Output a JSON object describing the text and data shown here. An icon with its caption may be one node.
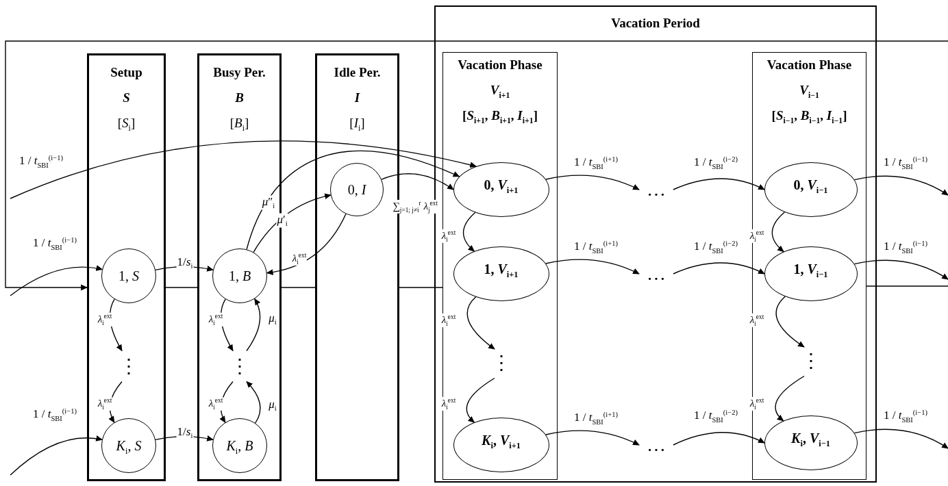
{
  "diagram": {
    "nodes": [
      {
        "text": [
          "Vacation Period"
        ]
      },
      {
        "text": [
          "Setup",
          "S",
          "[*S*$_{i}$]"
        ]
      },
      {
        "text": [
          "Busy Per.",
          "B",
          "[*B*$_{i}$]"
        ]
      },
      {
        "text": [
          "Idle Per.",
          "I",
          "[*I*$_{i}$]"
        ]
      },
      {
        "text": [
          "Vacation Phase",
          "*V*$_{i+1}$",
          "[*S*$_{i+1}$, *B*$_{i+1}$, *I*$_{i+1}$]"
        ],
        "in": 0
      },
      {
        "text": [
          "Vacation Phase",
          "*V*$_{i−1}$",
          "[*S*$_{i−1}$, *B*$_{i−1}$, *I*$_{i−1}$]"
        ],
        "in": 0
      },
      {
        "text": [
          "1, *S*"
        ],
        "in": 1
      },
      {
        "text": [
          "*K*$_{i}$, *S*"
        ],
        "in": 1
      },
      {
        "text": [
          "1, *B*"
        ],
        "in": 2
      },
      {
        "text": [
          "*K*$_{i}$, *B*"
        ],
        "in": 2
      },
      {
        "text": [
          "0, *I*"
        ],
        "in": 3
      },
      {
        "text": [
          "0, *V*$_{i+1}$"
        ],
        "in": 4
      },
      {
        "text": [
          "1, *V*$_{i+1}$"
        ],
        "in": 4
      },
      {
        "text": [
          "*K*$_{i}$, *V*$_{i+1}$"
        ],
        "in": 4
      },
      {
        "text": [
          "0, *V*$_{i−1}$"
        ],
        "in": 5
      },
      {
        "text": [
          "1, *V*$_{i−1}$"
        ],
        "in": 5
      },
      {
        "text": [
          "*K*$_{i}$, *V*$_{i−1}$"
        ],
        "in": 5
      },
      {
        "text": [
          "⋮"
        ],
        "in": 1
      },
      {
        "text": [
          "⋮"
        ],
        "in": 2
      },
      {
        "text": [
          "⋮"
        ],
        "in": 4
      },
      {
        "text": [
          "⋮"
        ],
        "in": 5
      },
      {
        "text": [
          "…"
        ],
        "in": 0
      },
      {
        "text": [
          "…"
        ],
        "in": 0
      },
      {
        "text": [
          "…"
        ],
        "in": 0
      }
    ],
    "edges": [
      {
        "from": null,
        "to": 6,
        "arrow": "to",
        "label": "1 / *t*$_{SBI}$$^{(i−1)}$"
      },
      {
        "from": null,
        "to": 7,
        "arrow": "to",
        "label": "1 / *t*$_{SBI}$$^{(i−1)}$"
      },
      {
        "from": null,
        "to": 11,
        "arrow": "to",
        "label": "1 / *t*$_{SBI}$$^{(i−1)}$"
      },
      {
        "from": null,
        "to": 1,
        "arrow": "to"
      },
      {
        "from": 6,
        "to": 8,
        "arrow": "to",
        "label": "1/*s*$_{i}$"
      },
      {
        "from": 7,
        "to": 9,
        "arrow": "to",
        "label": "1/*s*$_{i}$"
      },
      {
        "from": 6,
        "to": 17,
        "arrow": "to",
        "label": "*λ*$_{i}$$^{ext}$"
      },
      {
        "from": 17,
        "to": 7,
        "arrow": "to",
        "label": "*λ*$_{i}$$^{ext}$"
      },
      {
        "from": 8,
        "to": 18,
        "arrow": "to",
        "label": "*λ*$_{i}$$^{ext}$"
      },
      {
        "from": 18,
        "to": 9,
        "arrow": "to",
        "label": "*λ*$_{i}$$^{ext}$"
      },
      {
        "from": 9,
        "to": 18,
        "arrow": "to",
        "label": "*μ*$_{i}$"
      },
      {
        "from": 18,
        "to": 8,
        "arrow": "to",
        "label": "*μ*$_{i}$"
      },
      {
        "from": 8,
        "to": 10,
        "arrow": "to",
        "label": "*μ*′$_{i}$"
      },
      {
        "from": 8,
        "to": 11,
        "arrow": "to",
        "label": "*μ*″$_{i}$"
      },
      {
        "from": 10,
        "to": 8,
        "arrow": "to",
        "label": "*λ*$_{i}$$^{ext}$"
      },
      {
        "from": 10,
        "to": 11,
        "arrow": "to",
        "label": "∑$_{j=1; j≠i}$$^{r}$ *λ*$_{j}$$^{ext}$"
      },
      {
        "from": 11,
        "to": 12,
        "arrow": "to",
        "label": "*λ*$_{i}$$^{ext}$"
      },
      {
        "from": 12,
        "to": 19,
        "arrow": "to",
        "label": "*λ*$_{i}$$^{ext}$"
      },
      {
        "from": 19,
        "to": 13,
        "arrow": "to",
        "label": "*λ*$_{i}$$^{ext}$"
      },
      {
        "from": 11,
        "to": 21,
        "arrow": "to",
        "label": "1 / *t*$_{SBI}$$^{(i+1)}$"
      },
      {
        "from": 12,
        "to": 22,
        "arrow": "to",
        "label": "1 / *t*$_{SBI}$$^{(i+1)}$"
      },
      {
        "from": 13,
        "to": 23,
        "arrow": "to",
        "label": "1 / *t*$_{SBI}$$^{(i+1)}$"
      },
      {
        "from": 21,
        "to": 14,
        "arrow": "to",
        "label": "1 / *t*$_{SBI}$$^{(i−2)}$"
      },
      {
        "from": 22,
        "to": 15,
        "arrow": "to",
        "label": "1 / *t*$_{SBI}$$^{(i−2)}$"
      },
      {
        "from": 23,
        "to": 16,
        "arrow": "to",
        "label": "1 / *t*$_{SBI}$$^{(i−2)}$"
      },
      {
        "from": 14,
        "to": null,
        "arrow": "to",
        "label": "1 / *t*$_{SBI}$$^{(i−1)}$"
      },
      {
        "from": 15,
        "to": null,
        "arrow": "to",
        "label": "1 / *t*$_{SBI}$$^{(i−1)}$"
      },
      {
        "from": 16,
        "to": null,
        "arrow": "to",
        "label": "1 / *t*$_{SBI}$$^{(i−1)}$"
      },
      {
        "from": 14,
        "to": 15,
        "arrow": "to",
        "label": "*λ*$_{i}$$^{ext}$"
      },
      {
        "from": 15,
        "to": 20,
        "arrow": "to",
        "label": "*λ*$_{i}$$^{ext}$"
      },
      {
        "from": 20,
        "to": 16,
        "arrow": "to",
        "label": "*λ*$_{i}$$^{ext}$"
      },
      {
        "from": 1,
        "to": 2,
        "arrow": "none"
      },
      {
        "from": 2,
        "to": 3,
        "arrow": "none"
      },
      {
        "from": 3,
        "to": 4,
        "arrow": "none"
      },
      {
        "from": 5,
        "to": null,
        "arrow": "none"
      }
    ]
  }
}
